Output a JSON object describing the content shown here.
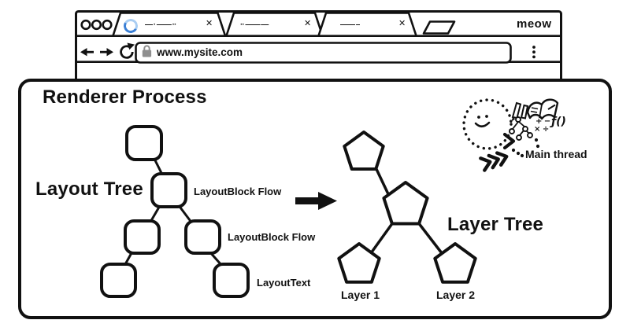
{
  "browser": {
    "brand": "meow",
    "tabs": [
      {
        "title_scribble": "— · —— ··",
        "loading": true
      },
      {
        "title_scribble": "·· —— —",
        "loading": false
      },
      {
        "title_scribble": "—— –",
        "loading": false
      }
    ],
    "toolbar": {
      "url_value": "www.mysite.com"
    }
  },
  "icons": {
    "close": "✕",
    "back": "←",
    "forward": "→",
    "reload": "↻",
    "menu": "⋮",
    "lock": "🔒",
    "new_tab": "▱",
    "loading_spinner": "◔",
    "window_buttons": "●●●"
  },
  "renderer": {
    "title": "Renderer Process",
    "layout_tree": {
      "label": "Layout Tree",
      "node_labels": [
        "LayoutBlock Flow",
        "LayoutBlock Flow",
        "LayoutText"
      ]
    },
    "arrow": "→",
    "layer_tree": {
      "label": "Layer Tree",
      "leaf_labels": [
        "Layer 1",
        "Layer 2"
      ]
    },
    "main_thread": {
      "label": "Main thread",
      "function_glyph": "ƒ()",
      "math_top": "+ −",
      "math_bottom": "× ÷"
    }
  },
  "colors": {
    "ink": "#111111",
    "spinner_dark": "#3a7fd5",
    "spinner_light": "#a9cdf2",
    "lock_gray": "#8f8f8f"
  }
}
